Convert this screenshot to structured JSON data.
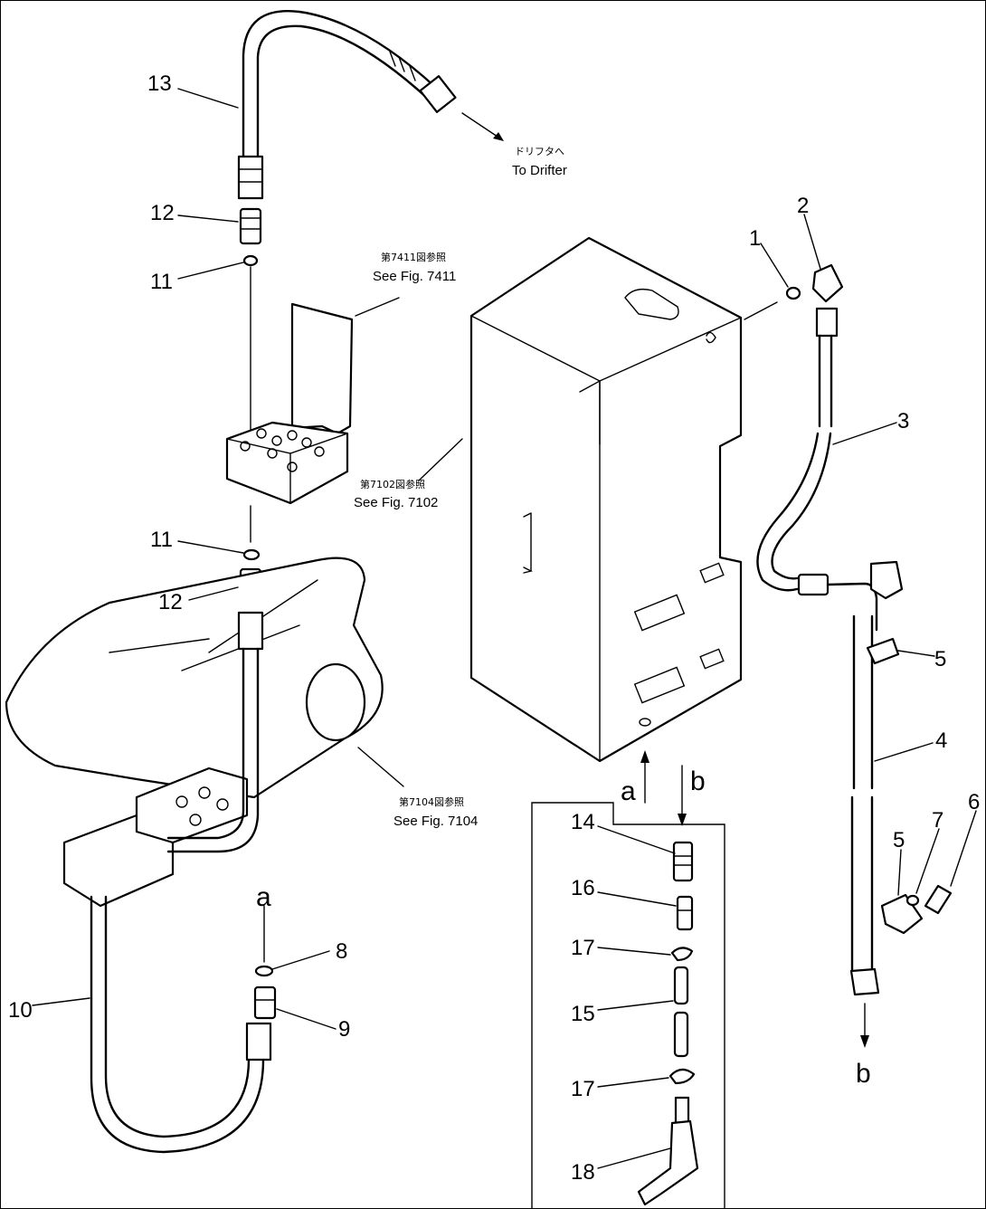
{
  "part_labels": [
    "1",
    "2",
    "3",
    "4",
    "5",
    "5",
    "6",
    "7",
    "8",
    "9",
    "10",
    "11",
    "11",
    "12",
    "12",
    "13",
    "14",
    "15",
    "16",
    "17",
    "17",
    "18"
  ],
  "connectors": {
    "a": "a",
    "b": "b"
  },
  "references": {
    "drifter_jp": "ドリフタへ",
    "drifter_en": "To Drifter",
    "fig7411_jp": "第7411図参照",
    "fig7411_en": "See Fig. 7411",
    "fig7102_jp": "第7102図参照",
    "fig7102_en": "See Fig. 7102",
    "fig7104_jp": "第7104図参照",
    "fig7104_en": "See Fig. 7104"
  }
}
